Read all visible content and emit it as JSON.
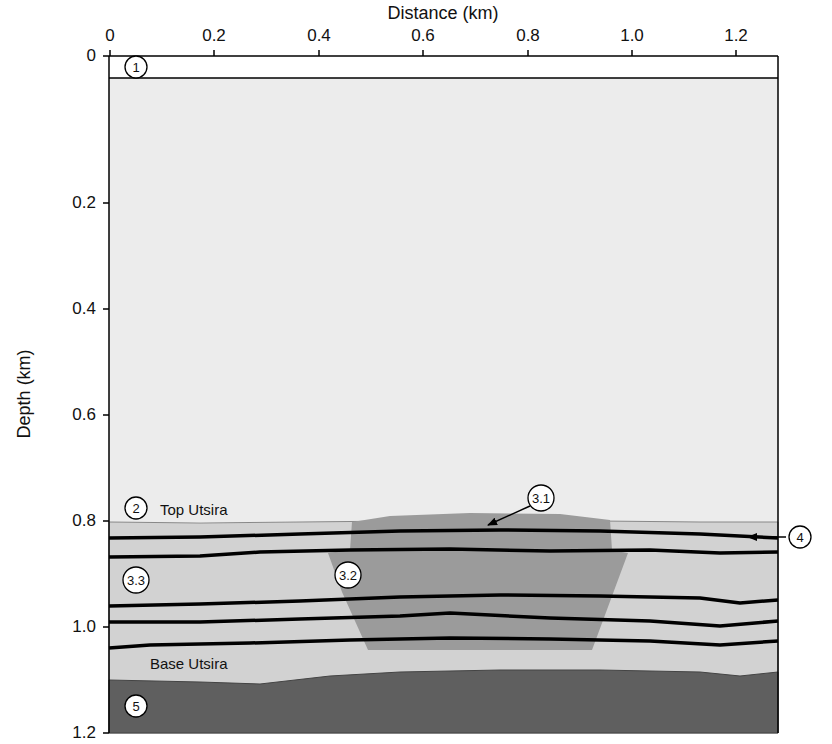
{
  "diagram": {
    "nodes": [
      {
        "text": [
          "1"
        ]
      },
      {
        "text": [
          "2"
        ]
      },
      {
        "text": [
          "3.1"
        ]
      },
      {
        "text": [
          "3.2"
        ]
      },
      {
        "text": [
          "3.3"
        ]
      },
      {
        "text": [
          "4"
        ]
      },
      {
        "text": [
          "5"
        ]
      }
    ],
    "labels": [
      "Distance (km)",
      "0",
      "0.2",
      "0.4",
      "0.6",
      "0.8",
      "1.0",
      "1.2",
      "Depth (km)",
      "0",
      "0.2",
      "0.4",
      "0.6",
      "0.8",
      "1.0",
      "1.2",
      "Top Utsira",
      "Base Utsira"
    ]
  }
}
